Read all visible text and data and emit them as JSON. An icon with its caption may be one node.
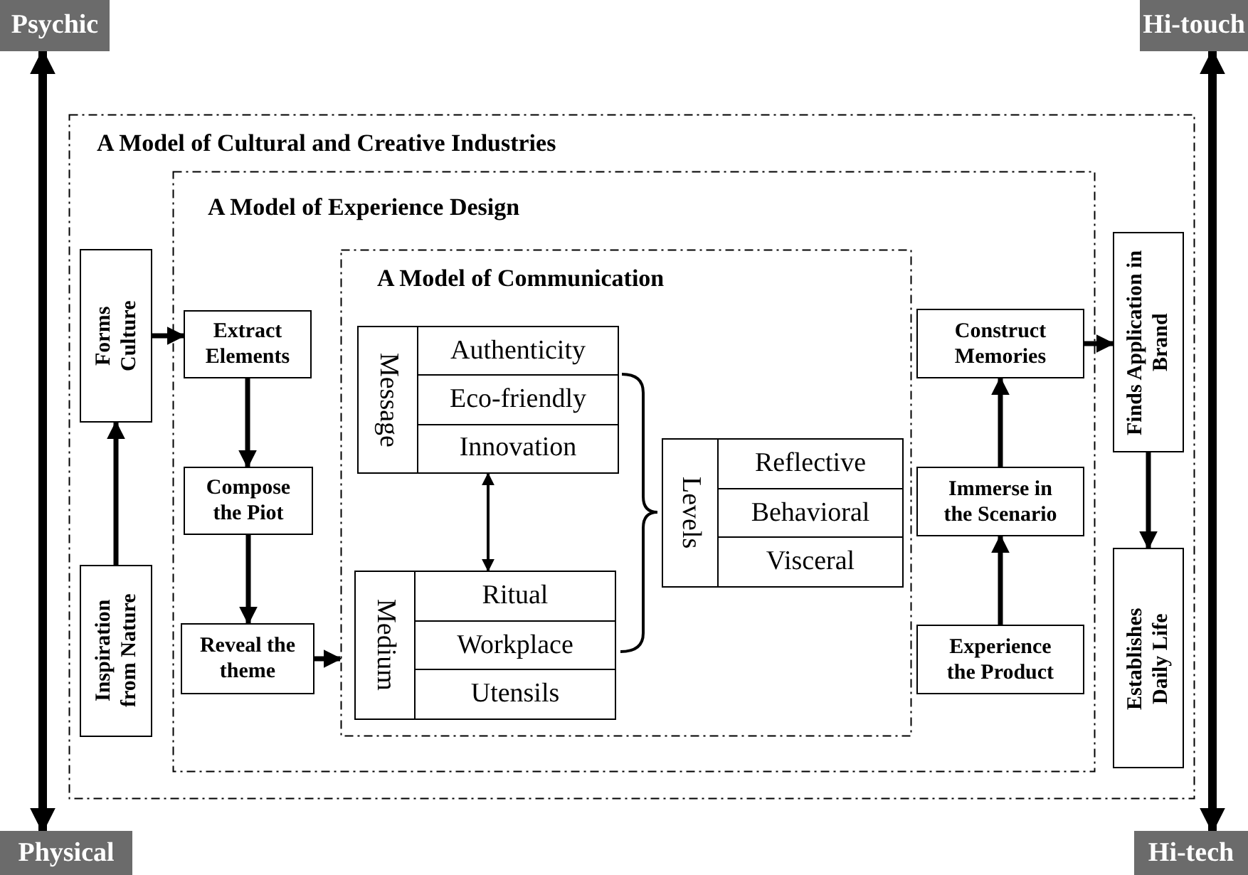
{
  "diagram": {
    "nodes": [
      {
        "text": [
          "Psychic"
        ]
      },
      {
        "text": [
          "Hi-touch"
        ]
      },
      {
        "text": [
          "A Model of Cultural and Creative Industries"
        ]
      },
      {
        "text": [
          "A Model of Experience Design"
        ],
        "in": 2
      },
      {
        "text": [
          "Forms Culture"
        ],
        "in": 2
      },
      {
        "text": [
          "Inspiration from Nature"
        ],
        "in": 2
      },
      {
        "text": [
          "Extract Elements"
        ],
        "in": 3
      },
      {
        "text": [
          "Compose the Piot"
        ],
        "in": 3
      },
      {
        "text": [
          "Reveal the theme"
        ],
        "in": 3
      },
      {
        "text": [
          "A Model of Communication"
        ],
        "in": 3
      },
      {
        "text": [
          "Message",
          "Authenticity",
          "Eco-friendly",
          "Innovation"
        ],
        "in": 9
      },
      {
        "text": [
          "Medium",
          "Ritual",
          "Workplace",
          "Utensils"
        ],
        "in": 9
      },
      {
        "text": [
          "Levels",
          "Reflective",
          "Behavioral",
          "Visceral"
        ],
        "in": 9
      },
      {
        "text": [
          "Construct Memories"
        ],
        "in": 3
      },
      {
        "text": [
          "Immerse in the Scenario"
        ],
        "in": 3
      },
      {
        "text": [
          "Experience the Product"
        ],
        "in": 3
      },
      {
        "text": [
          "Finds Application in Brand"
        ],
        "in": 2
      },
      {
        "text": [
          "Establishes Daily Life"
        ],
        "in": 2
      },
      {
        "text": [
          "Physical"
        ]
      },
      {
        "text": [
          "Hi-tech"
        ]
      }
    ],
    "edges": [
      {
        "from": 0,
        "to": 18,
        "arrow": "both"
      },
      {
        "from": 1,
        "to": 19,
        "arrow": "both"
      },
      {
        "from": 5,
        "to": 4,
        "arrow": "to"
      },
      {
        "from": 4,
        "to": 6,
        "arrow": "to"
      },
      {
        "from": 6,
        "to": 7,
        "arrow": "to"
      },
      {
        "from": 7,
        "to": 8,
        "arrow": "to"
      },
      {
        "from": 8,
        "to": 9,
        "arrow": "to"
      },
      {
        "from": 10,
        "to": 11,
        "arrow": "both"
      },
      {
        "from": 15,
        "to": 14,
        "arrow": "to"
      },
      {
        "from": 14,
        "to": 13,
        "arrow": "to"
      },
      {
        "from": 13,
        "to": 16,
        "arrow": "to"
      },
      {
        "from": 16,
        "to": 17,
        "arrow": "to"
      }
    ]
  }
}
